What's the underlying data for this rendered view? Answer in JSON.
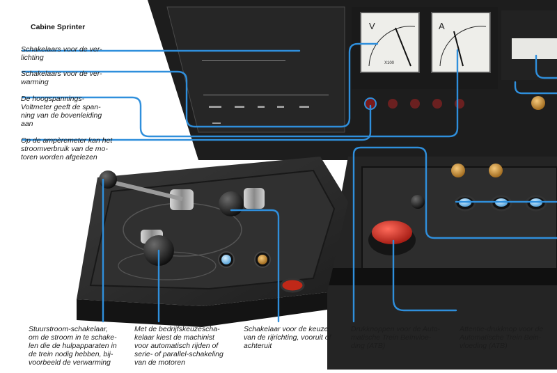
{
  "title": "Cabine Sprinter",
  "annotations": {
    "left": [
      "Schakelaars voor de ver-\nlichting",
      "Schakelaars voor de ver-\nwarming",
      "De hoogspannings-\nVoltmeter geeft de span-\nning van de bovenleiding\naan",
      "Op de ampèremeter kan het\nstroomverbruik van de mo-\ntoren worden afgelezen"
    ],
    "bottom": [
      "Stuurstroom-schakelaar,\nom de stroom in te schake-\nlen die de hulpapparaten in\nde trein nodig hebben, bij-\nvoorbeeld de verwarming",
      "Met de bedrijfskeuzescha-\nkelaar kiest de machinist\nvoor automatisch rijden of\nserie- of parallel-schakeling\nvan de motoren",
      "Schakelaar voor de keuze\nvan de rijrichting, vooruit of\nachteruit",
      "Drukknoppen voor de Auto-\nmatische Trein Beïnvloe-\nding (ATB)",
      "Attentie-drukknop voor de\nAutomatische Trein Bein-\nvloeding (ATB)"
    ]
  },
  "meters": [
    {
      "letter": "V",
      "scale": "X100"
    },
    {
      "letter": "A",
      "scale": ""
    }
  ],
  "colors": {
    "leader": "#2f8fdc",
    "panel": "#2a2a2a",
    "console": "#1a1a1a"
  }
}
